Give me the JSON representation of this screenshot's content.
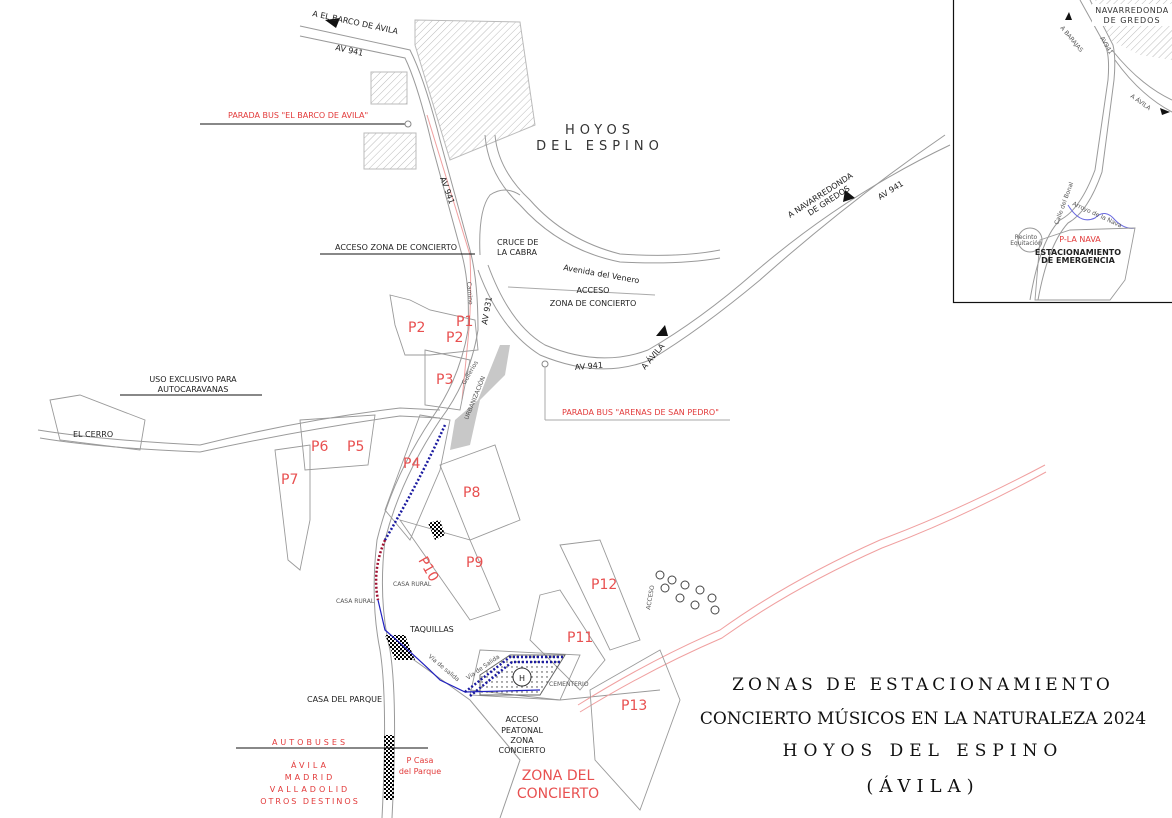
{
  "title": {
    "line1": "ZONAS DE ESTACIONAMIENTO",
    "line2": "CONCIERTO MÚSICOS EN LA NATURALEZA 2024",
    "line3": "HOYOS DEL ESPINO",
    "line4": "(ÁVILA)"
  },
  "town": {
    "line1": "HOYOS",
    "line2": "DEL ESPINO"
  },
  "directions": {
    "barco": "A EL BARCO DE ÁVILA",
    "navarredonda": "A NAVARREDONDA",
    "navarredonda2": "DE GREDOS",
    "avila": "A ÁVILA"
  },
  "roads": {
    "av941_nw": "AV 941",
    "av941_n": "AV 941",
    "av941_e": "AV 941",
    "av941_s": "AV 941",
    "av931": "AV 931",
    "venero": "Avenida del Venero",
    "camino": "Camino",
    "gullerios": "Gullerios",
    "urbanizacion": "URBANIZACIÓN",
    "via_salida_1": "Vía de salida",
    "via_salida_2": "Vía de Salida"
  },
  "annotations": {
    "bus_barco": "PARADA BUS \"EL BARCO DE AVILA\"",
    "bus_arenas": "PARADA BUS \"ARENAS DE SAN PEDRO\"",
    "acceso_oeste": "ACCESO ZONA DE CONCIERTO",
    "cruce_1": "CRUCE DE",
    "cruce_2": "LA CABRA",
    "acceso_este_1": "ACCESO",
    "acceso_este_2": "ZONA DE CONCIERTO",
    "autocaravanas_1": "USO EXCLUSIVO PARA",
    "autocaravanas_2": "AUTOCARAVANAS",
    "el_cerro": "EL CERRO",
    "casa_rural_1": "CASA RURAL",
    "casa_rural_2": "CASA RURAL",
    "taquillas": "TAQUILLAS",
    "casa_parque": "CASA DEL PARQUE",
    "cementerio": "CEMENTERIO",
    "acceso_peatonal_1": "ACCESO",
    "acceso_peatonal_2": "PEATONAL",
    "acceso_peatonal_3": "ZONA",
    "acceso_peatonal_4": "CONCIERTO",
    "zona_concierto_1": "ZONA DEL",
    "zona_concierto_2": "CONCIERTO",
    "p_casa_1": "P Casa",
    "p_casa_2": "del Parque",
    "autobuses": "AUTOBUSES",
    "dest_1": "ÁVILA",
    "dest_2": "MADRID",
    "dest_3": "VALLADOLID",
    "dest_4": "OTROS DESTINOS",
    "acceso_small": "ACCESO",
    "heliport": "H"
  },
  "parkings": [
    "P1",
    "P2",
    "P2",
    "P3",
    "P4",
    "P5",
    "P6",
    "P7",
    "P8",
    "P9",
    "P10",
    "P11",
    "P12",
    "P13"
  ],
  "inset": {
    "town": "NAVARREDONDA",
    "town2": "DE GREDOS",
    "barajas": "A BARAJAS",
    "avila": "A ÁVILA",
    "road": "AV941",
    "calle": "Calle del Bonal",
    "arroyo": "Arroyo de la Nava",
    "recinto_1": "Recinto",
    "recinto_2": "Equitación",
    "parking": "P-LA NAVA",
    "emergency_1": "ESTACIONAMIENTO",
    "emergency_2": "DE EMERGENCIA"
  },
  "colors": {
    "red": "#e23a3a",
    "route_blue": "#1a1aa0",
    "route_red": "#a01030",
    "road": "#9a9a9a"
  }
}
